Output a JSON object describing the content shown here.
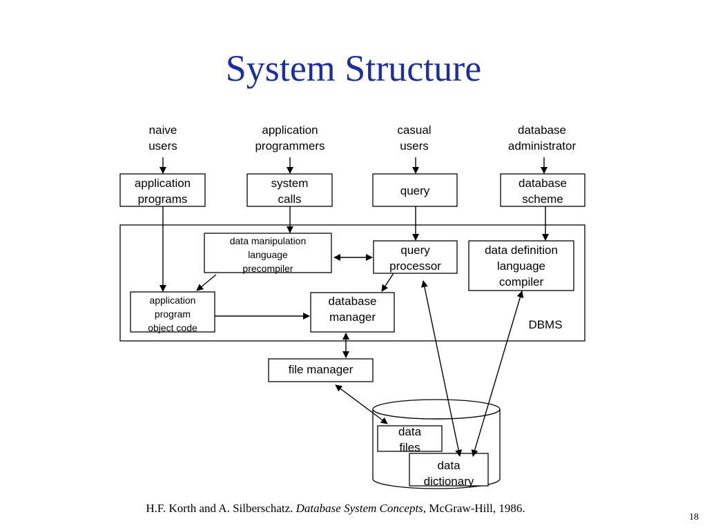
{
  "title": "System Structure",
  "users": {
    "naive": [
      "naive",
      "users"
    ],
    "programmers": [
      "application",
      "programmers"
    ],
    "casual": [
      "casual",
      "users"
    ],
    "admin": [
      "database",
      "administrator"
    ]
  },
  "interfaces": {
    "app_programs": [
      "application",
      "programs"
    ],
    "system_calls": [
      "system",
      "calls"
    ],
    "query": [
      "query"
    ],
    "db_scheme": [
      "database",
      "scheme"
    ]
  },
  "dbms": {
    "label": "DBMS",
    "dml_precompiler": [
      "data manipulation",
      "language",
      "precompiler"
    ],
    "query_processor": [
      "query",
      "processor"
    ],
    "ddl_compiler": [
      "data definition",
      "language",
      "compiler"
    ],
    "object_code": [
      "application",
      "program",
      "object code"
    ],
    "db_manager": [
      "database",
      "manager"
    ]
  },
  "storage": {
    "file_manager": [
      "file manager"
    ],
    "data_files": [
      "data",
      "files"
    ],
    "data_dictionary": [
      "data",
      "dictionary"
    ]
  },
  "citation": {
    "authors": "H.F. Korth and A. Silberschatz.",
    "book": "Database System Concepts",
    "rest": ", McGraw-Hill, 1986."
  },
  "page_number": "18"
}
